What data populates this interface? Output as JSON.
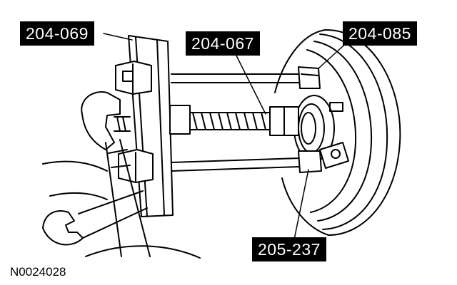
{
  "callouts": {
    "tool_1": "204-069",
    "tool_2": "204-067",
    "tool_3": "204-085",
    "tool_4": "205-237"
  },
  "figure_id": "N0024028",
  "colors": {
    "ink": "#000000",
    "paper": "#ffffff"
  }
}
